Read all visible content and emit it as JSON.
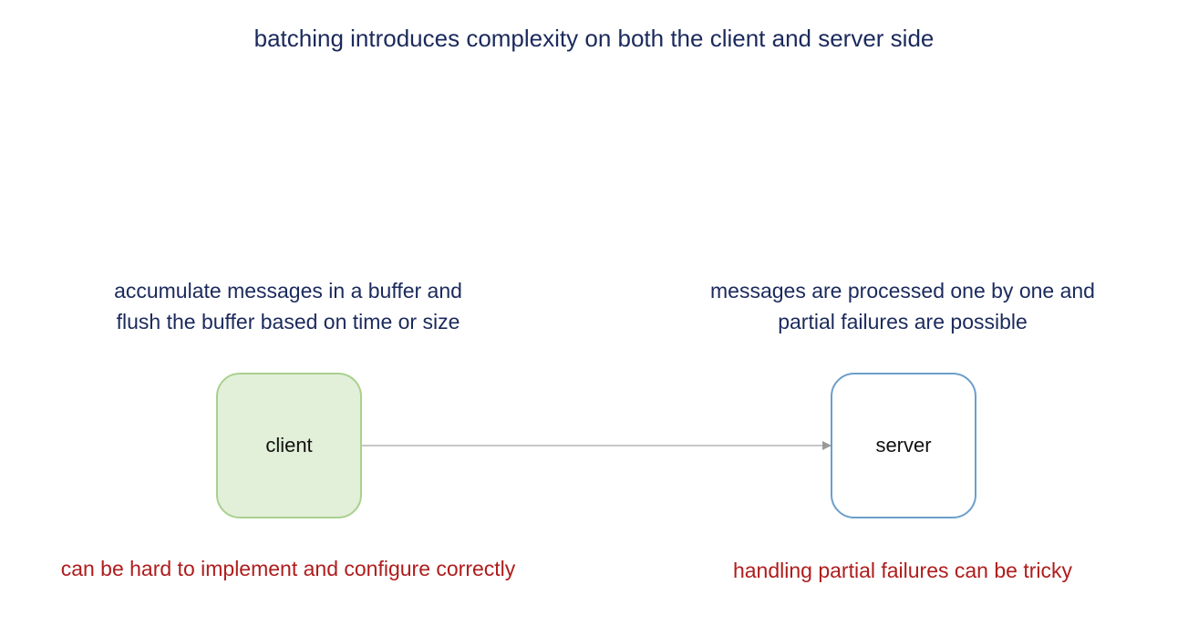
{
  "title": "batching introduces complexity on both the client and server side",
  "client": {
    "caption_lines": [
      "accumulate messages in a buffer and",
      "flush the buffer based on time or size"
    ],
    "label": "client",
    "note": "can be hard to implement and configure correctly"
  },
  "server": {
    "caption_lines": [
      "messages are processed one by one and",
      "partial failures are possible"
    ],
    "label": "server",
    "note": "handling partial failures can be tricky"
  },
  "colors": {
    "title_text": "#1b2a5c",
    "note_text": "#b01c1c",
    "client_fill": "#e2efd9",
    "client_border": "#a9d18e",
    "server_border": "#6d9eca",
    "arrow": "#b4b4b4"
  }
}
